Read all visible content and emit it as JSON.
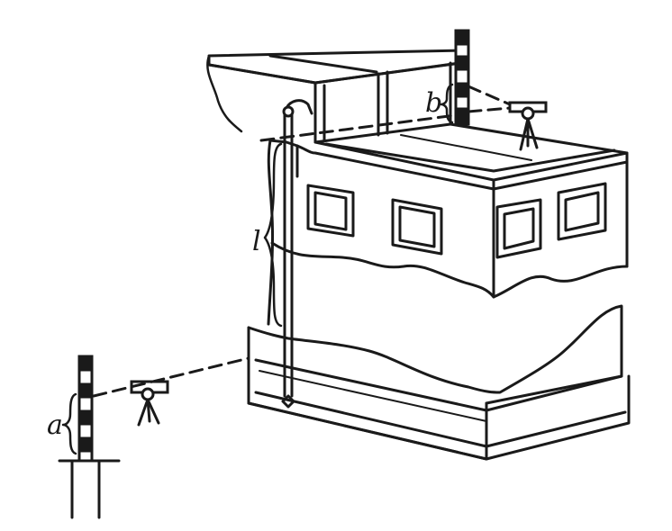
{
  "labels": {
    "a": "a",
    "b": "b",
    "l": "l"
  },
  "colors": {
    "ink": "#1a1a1a",
    "paper": "#ffffff"
  }
}
